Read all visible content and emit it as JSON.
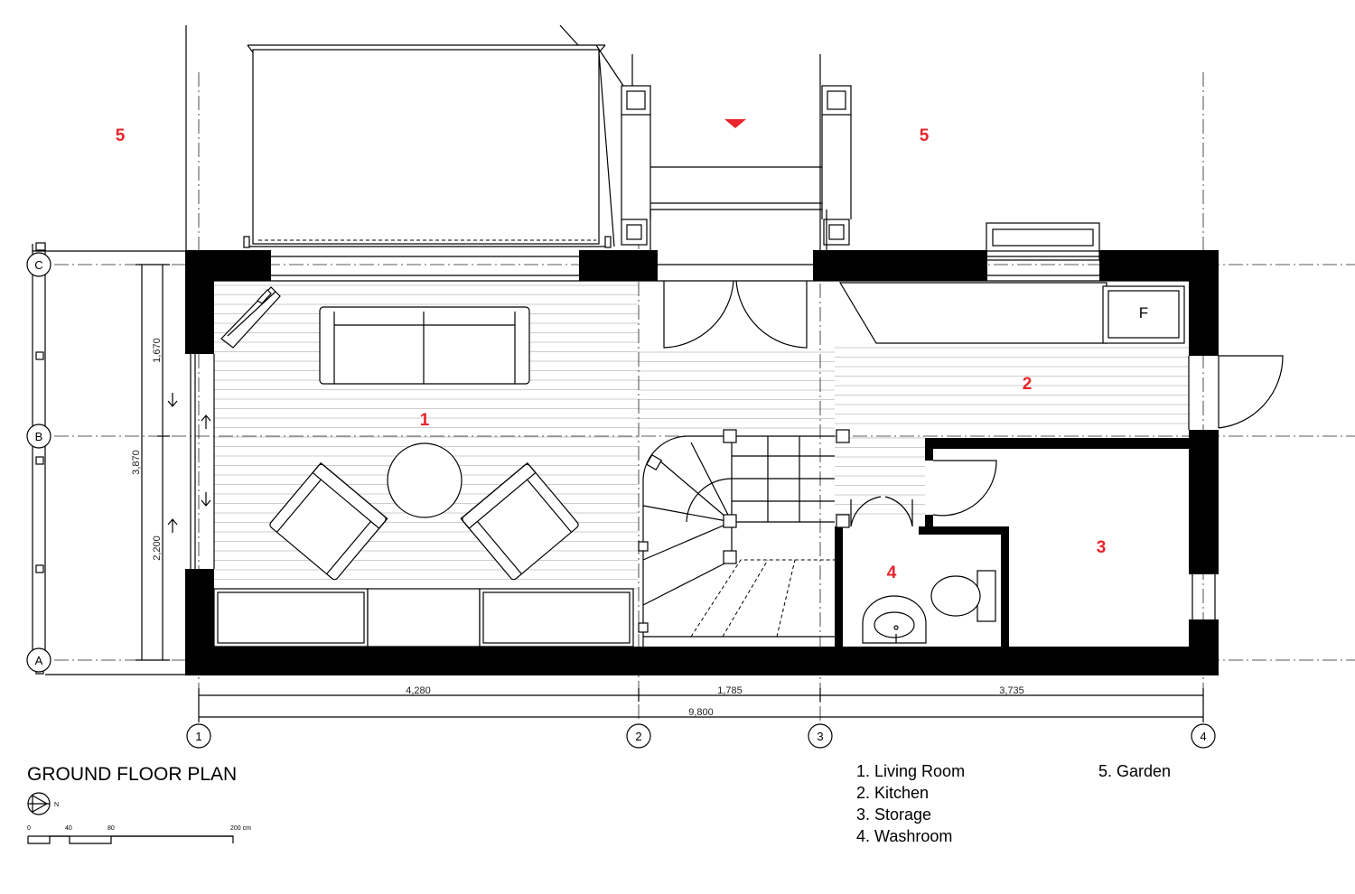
{
  "title": "GROUND FLOOR PLAN",
  "legend": [
    "1. Living Room",
    "2. Kitchen",
    "3. Storage",
    "4. Washroom",
    "5. Garden"
  ],
  "room_labels": {
    "living": "1",
    "kitchen": "2",
    "storage": "3",
    "washroom": "4",
    "garden_left": "5",
    "garden_right": "5",
    "fridge": "F"
  },
  "grid_axes": {
    "rows": [
      "A",
      "B",
      "C"
    ],
    "columns": [
      "1",
      "2",
      "3",
      "4"
    ]
  },
  "dimensions": {
    "bay_1_2": "4,280",
    "bay_2_3": "1,785",
    "bay_3_4": "3,735",
    "overall_length": "9,800",
    "overall_depth": "3,870",
    "depth_a_b": "2,200",
    "depth_b_c": "1,670"
  },
  "scale_bar": {
    "labels": [
      "0",
      "40",
      "80",
      "200 cm"
    ],
    "north": "N"
  },
  "colors": {
    "walls": "#000000",
    "room_numbers": "#e8242c",
    "floor_lines": "#bdbdbd"
  }
}
